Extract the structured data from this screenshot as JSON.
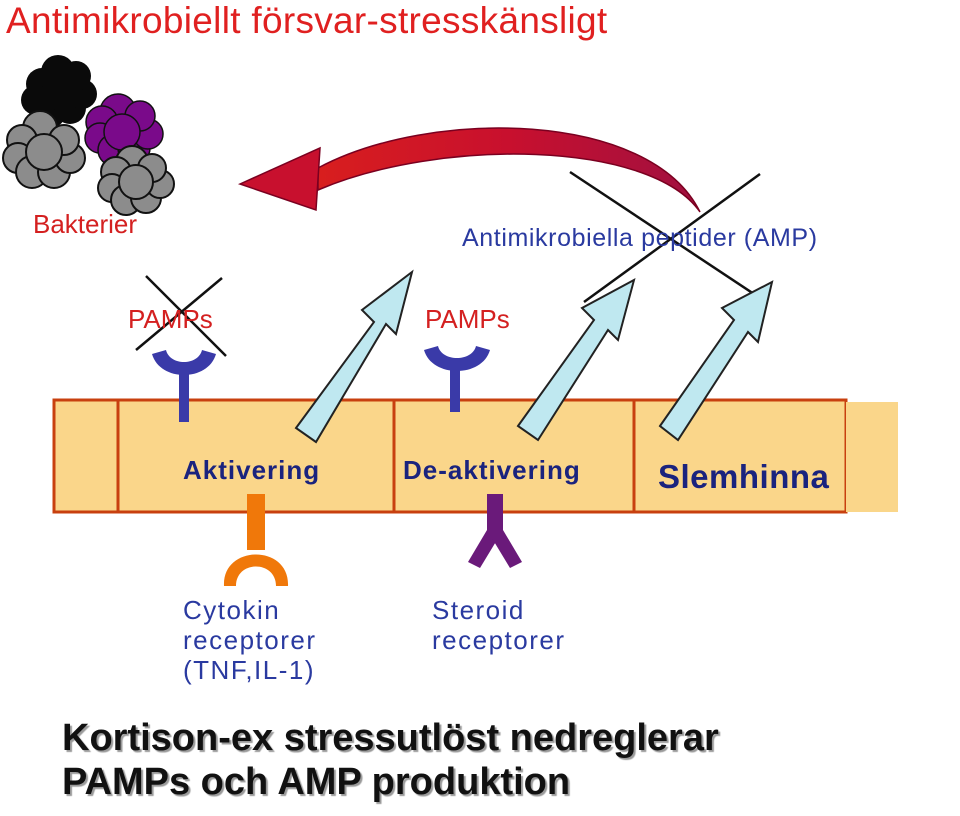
{
  "title": "Antimikrobiellt försvar-stresskänsligt",
  "labels": {
    "bakterier": "Bakterier",
    "amp": "Antimikrobiella peptider (AMP)",
    "pamps_left": "PAMPs",
    "pamps_right": "PAMPs",
    "aktivering": "Aktivering",
    "deaktivering": "De-aktivering",
    "slemhinna": "Slemhinna",
    "cytokin_lines": [
      "Cytokin",
      "receptorer",
      "(TNF,IL-1)"
    ],
    "steroid_lines": [
      "Steroid",
      "receptorer"
    ]
  },
  "bottom_lines": [
    "Kortison-ex stressutlöst nedreglerar",
    "PAMPs och AMP produktion"
  ],
  "colors": {
    "title": "#e02020",
    "label_red": "#d42020",
    "label_blue": "#2a3aa0",
    "membrane_fill": "#fad68a",
    "membrane_border": "#c8400f",
    "surface_receptor": "#3a3aa8",
    "cytokine_receptor": "#f0780a",
    "steroid_receptor": "#6a1a7a",
    "arrow_fill": "#bfe8f0",
    "curved_arrow": "#c8102e",
    "bacteria_black": "#0a0a0a",
    "bacteria_purple": "#7a0a8a",
    "bacteria_gray": "#8c8c8c"
  },
  "icons": [
    "bacteria-cluster-icon",
    "y-receptor-icon",
    "cross-mark-icon",
    "up-arrow-icon",
    "curved-arrow-icon"
  ]
}
